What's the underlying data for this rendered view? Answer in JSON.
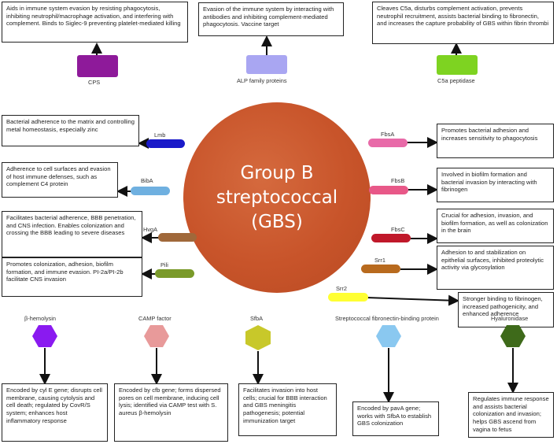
{
  "center": {
    "line1": "Group B",
    "line2": "streptococcal",
    "line3": "(GBS)",
    "color": "#c8542a"
  },
  "top": [
    {
      "label": "CPS",
      "color": "#8e1a9a",
      "box": "Aids in immune system evasion by resisting phagocytosis, inhibiting neutrophil/macrophage activation, and interfering with complement. Binds to Siglec-9 preventing platelet-mediated killing"
    },
    {
      "label": "ALP family proteins",
      "color": "#a9a6f2",
      "box": "Evasion of the immune system by interacting with antibodies and inhibiting complement-mediated phagocytosis. Vaccine target"
    },
    {
      "label": "C5a peptidase",
      "color": "#7ed321",
      "box": "Cleaves C5a, disturbs complement activation, prevents neutrophil  recruitment, assists bacterial binding to fibronectin, and increases the capture probability of GBS within fibrin thrombi"
    }
  ],
  "left": [
    {
      "label": "Lmb",
      "color": "#1a1ac9",
      "box": "Bacterial adherence to the matrix and controlling metal homeostasis, especially zinc"
    },
    {
      "label": "BibA",
      "color": "#6fb0e0",
      "box": "Adherence to cell surfaces and evasion of host immune defenses, such as complement C4 protein"
    },
    {
      "label": "HvgA",
      "color": "#a0683a",
      "box": "Facilitates bacterial adherence, BBB penetration, and CNS infection. Enables colonization and crossing the BBB leading to severe diseases"
    },
    {
      "label": "Pili",
      "color": "#7a9a2a",
      "box": "Promotes colonization, adhesion, biofilm formation, and immune evasion. PI-2a/PI-2b facilitate CNS invasion"
    }
  ],
  "right": [
    {
      "label": "FbsA",
      "color": "#e86aa8",
      "box": "Promotes bacterial adhesion and increases sensitivity to phagocytosis"
    },
    {
      "label": "FbsB",
      "color": "#e85888",
      "box": "Involved in biofilm formation and bacterial invasion by interacting with fibrinogen"
    },
    {
      "label": "FbsC",
      "color": "#c0182a",
      "box": "Crucial for adhesion, invasion, and biofilm formation, as well as colonization in the brain"
    },
    {
      "label": "Srr1",
      "color": "#b86a1e",
      "box": "Adhesion to and stabilization on epithelial surfaces, inhibited proteolytic activity via glycosylation"
    },
    {
      "label": "Srr2",
      "color": "#ffff33",
      "box": "Stronger binding to fibrinogen, increased pathogenicity, and enhanced adherence"
    }
  ],
  "bottom": [
    {
      "label": "β-hemolysin",
      "color": "#8a1af0",
      "box": "Encoded by cyl E gene; disrupts cell membrane, causing cytolysis and cell death; regulated by CovR/S system; enhances host inflammatory response"
    },
    {
      "label": "CAMP factor",
      "color": "#e89a9a",
      "box": "Encoded by cfb gene; forms dispersed pores on cell membrane, inducing cell lysis; identified via CAMP test with S. aureus β-hemolysin"
    },
    {
      "label": "SfbA",
      "color": "#c8c82a",
      "box": "Facilitates invasion into host cells; crucial for BBB interaction and GBS meningitis pathogenesis; potential immunization target"
    },
    {
      "label": "Streptococcal fibronectin-binding protein",
      "color": "#8ac8f0",
      "box": "Encoded by pavA gene; works with SfbA to establish GBS colonization"
    },
    {
      "label": "Hyaluronidase",
      "color": "#3e6a1a",
      "box": "Regulates immune response and assists bacterial colonization and invasion; helps GBS ascend from vagina to fetus"
    }
  ]
}
